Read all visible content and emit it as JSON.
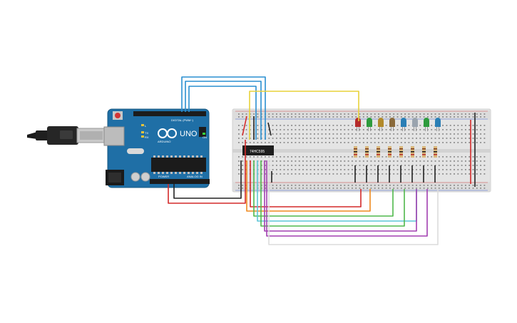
{
  "arduino": {
    "brand": "ARDUINO",
    "model": "UNO",
    "digital_label": "DIGITAL (PWM~)",
    "power_label": "POWER",
    "analog_label": "ANALOG IN",
    "on_label": "ON",
    "tx_label": "TX",
    "rx_label": "RX",
    "l_label": "L"
  },
  "breadboard": {
    "chip_label": "74HC595"
  },
  "leds": [
    {
      "color": "#b52b2b"
    },
    {
      "color": "#2e9b3c"
    },
    {
      "color": "#b28a2a"
    },
    {
      "color": "#8a6a3a"
    },
    {
      "color": "#2a7fb5"
    },
    {
      "color": "#9aa4ae"
    },
    {
      "color": "#2e9b3c"
    },
    {
      "color": "#2a7fb5"
    }
  ],
  "wire_colors": {
    "red": "#d42a2a",
    "black": "#222222",
    "blue": "#2a8fd0",
    "yellow": "#e8d23a",
    "orange": "#ef8a1f",
    "green": "#4fb84b",
    "cyan": "#5cc6d6",
    "purple": "#a23fb0",
    "white": "#e6e6e6"
  }
}
